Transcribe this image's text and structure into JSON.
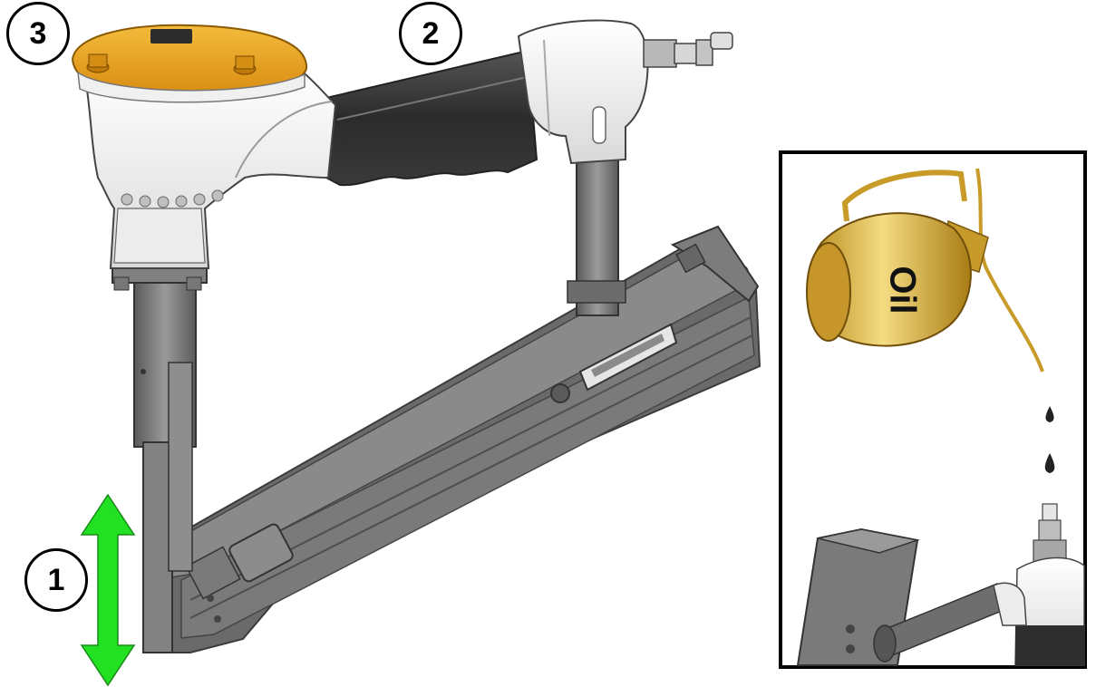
{
  "callouts": {
    "one": "1",
    "two": "2",
    "three": "3"
  },
  "inset": {
    "oil_label": "Oil"
  },
  "colors": {
    "cap_orange": "#e8a21c",
    "body_white": "#f2f2f2",
    "grip_black": "#2e2e2e",
    "magazine_gray": "#6e6e6e",
    "arrow_green": "#22e022",
    "oil_gold": "#d8b040"
  },
  "icons": {
    "arrow": "double-vertical-arrow-icon",
    "can": "oil-can-icon",
    "drop": "oil-drop-icon"
  }
}
